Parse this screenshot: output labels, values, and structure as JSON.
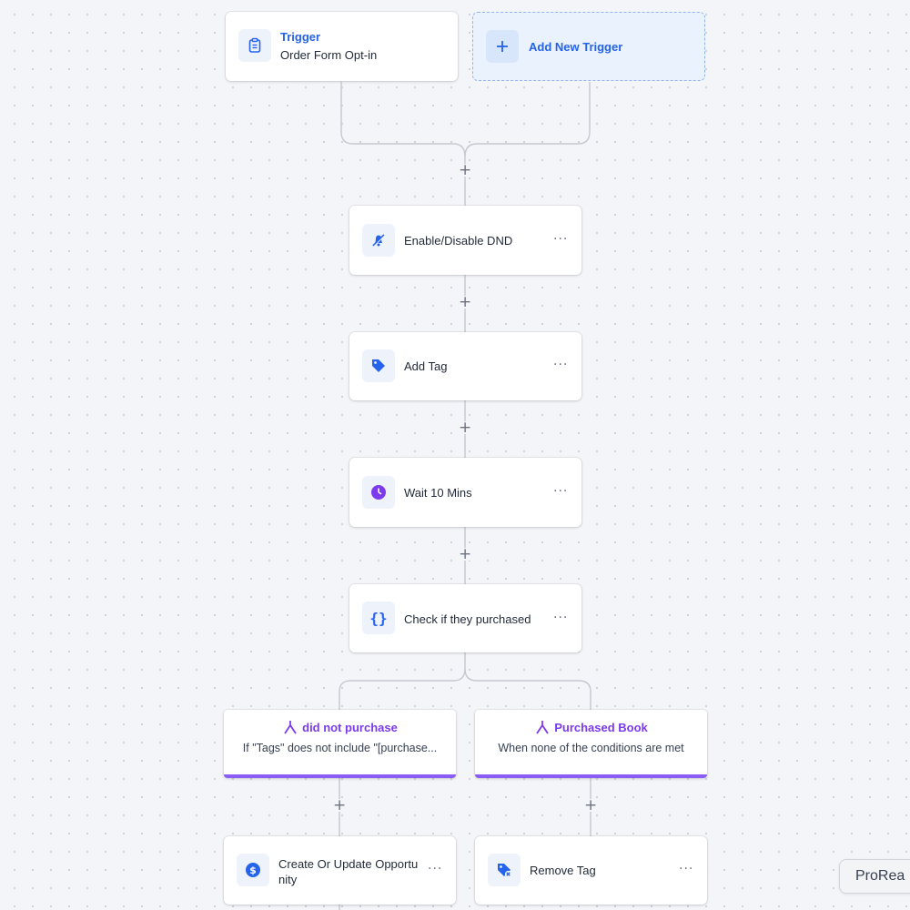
{
  "trigger": {
    "title": "Trigger",
    "subtitle": "Order Form Opt-in",
    "icon": "clipboard-icon"
  },
  "add_trigger": {
    "label": "Add New Trigger",
    "icon": "plus-icon"
  },
  "add_step_symbol": "+",
  "more_symbol": "···",
  "steps": [
    {
      "label": "Enable/Disable DND",
      "icon": "bell-slash-icon"
    },
    {
      "label": "Add Tag",
      "icon": "tag-icon"
    },
    {
      "label": "Wait 10 Mins",
      "icon": "clock-icon"
    },
    {
      "label": "Check if they purchased",
      "icon": "braces-icon"
    }
  ],
  "branches": [
    {
      "title": "did not purchase",
      "subtitle": "If \"Tags\" does not include \"[purchase...",
      "icon": "branch-icon"
    },
    {
      "title": "Purchased Book",
      "subtitle": "When none of the conditions are met",
      "icon": "branch-icon"
    }
  ],
  "branch_actions": [
    {
      "label_line1": "Create Or Update Opportu",
      "label_line2": "nity",
      "icon": "dollar-icon"
    },
    {
      "label": "Remove Tag",
      "icon": "tag-remove-icon"
    }
  ],
  "corner_chip": {
    "label": "ProRea"
  },
  "colors": {
    "accent": "#2563eb",
    "branch": "#8b5cf6",
    "clock": "#7c3aed",
    "connector": "#c4c8d0"
  }
}
